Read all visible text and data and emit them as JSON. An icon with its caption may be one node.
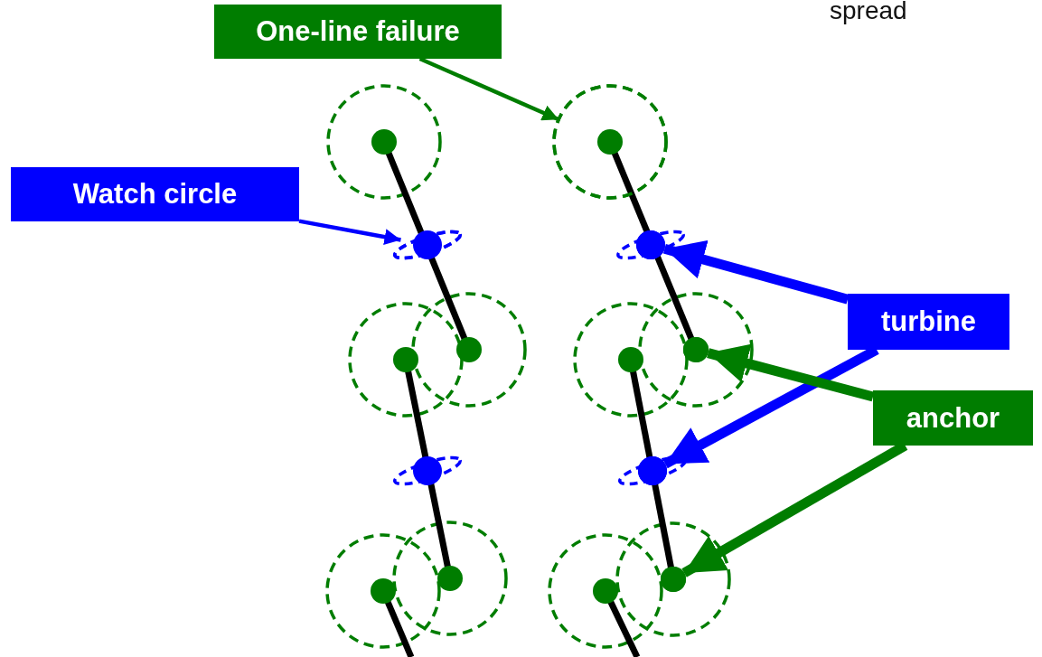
{
  "diagram": {
    "nodes": [
      {
        "text": [
          "One-line failure"
        ]
      },
      {
        "text": [],
        "shape": "circle"
      },
      {
        "text": [
          "Watch circle"
        ]
      },
      {
        "text": [],
        "shape": "circle"
      },
      {
        "text": [
          "turbine"
        ]
      },
      {
        "text": [],
        "shape": "circle"
      },
      {
        "text": [],
        "shape": "circle"
      },
      {
        "text": [
          "anchor"
        ]
      },
      {
        "text": [],
        "shape": "circle"
      },
      {
        "text": [],
        "shape": "circle"
      }
    ],
    "edges": [
      {
        "from": 0,
        "to": 1,
        "arrow": "to",
        "color": "#007d00"
      },
      {
        "from": 2,
        "to": 3,
        "arrow": "to",
        "color": "#0000ff"
      },
      {
        "from": 4,
        "to": 5,
        "arrow": "to",
        "color": "#0000ff"
      },
      {
        "from": 4,
        "to": 6,
        "arrow": "to",
        "color": "#0000ff"
      },
      {
        "from": 7,
        "to": 8,
        "arrow": "to",
        "color": "#007d00"
      },
      {
        "from": 7,
        "to": 9,
        "arrow": "to",
        "color": "#007d00"
      }
    ],
    "labels": [
      "spread"
    ]
  }
}
